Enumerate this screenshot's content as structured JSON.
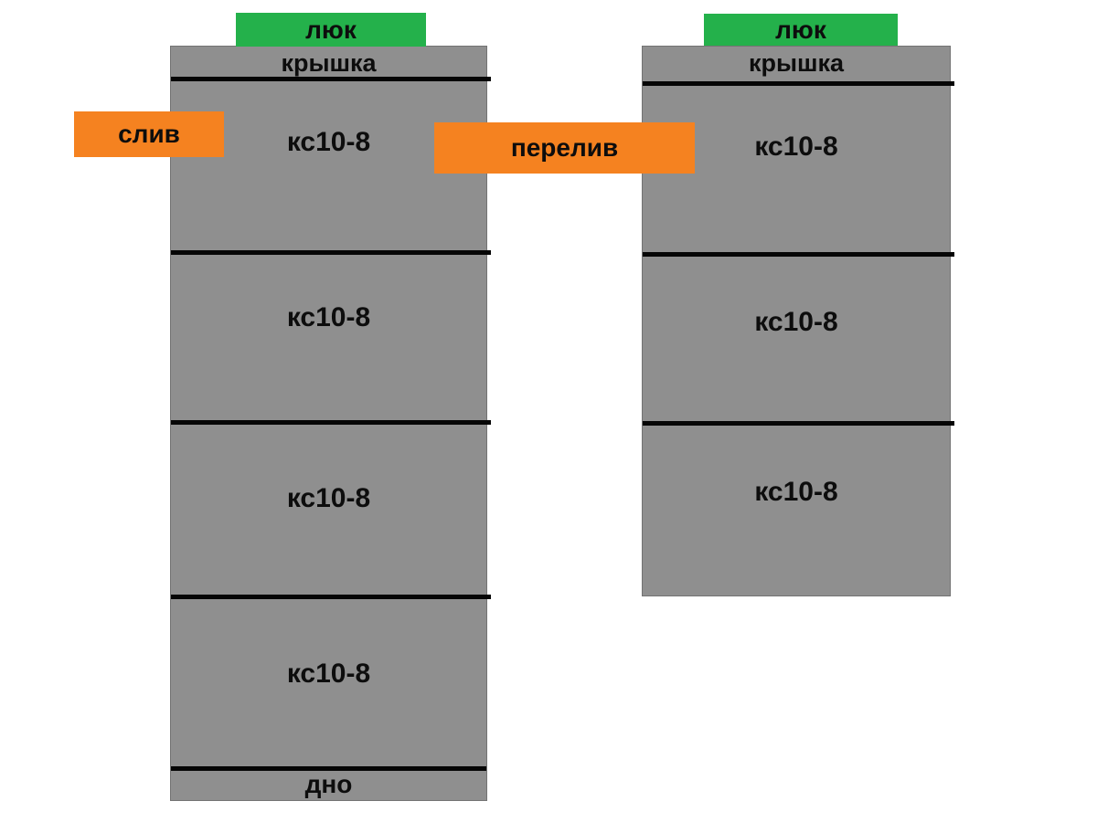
{
  "diagram": {
    "title_hint": "septic-well-rings-scheme",
    "left_well": {
      "hatch": "люк",
      "cover": "крышка",
      "rings": [
        "кс10-8",
        "кс10-8",
        "кс10-8",
        "кс10-8"
      ],
      "bottom": "дно"
    },
    "right_well": {
      "hatch": "люк",
      "cover": "крышка",
      "rings": [
        "кс10-8",
        "кс10-8",
        "кс10-8"
      ]
    },
    "connections": {
      "drain": "слив",
      "overflow": "перелив"
    },
    "colors": {
      "ring_gray": "#8f8f8f",
      "hatch_green": "#24b14b",
      "pipe_orange": "#f58220",
      "joint_black": "#060606",
      "background": "#ffffff"
    }
  }
}
